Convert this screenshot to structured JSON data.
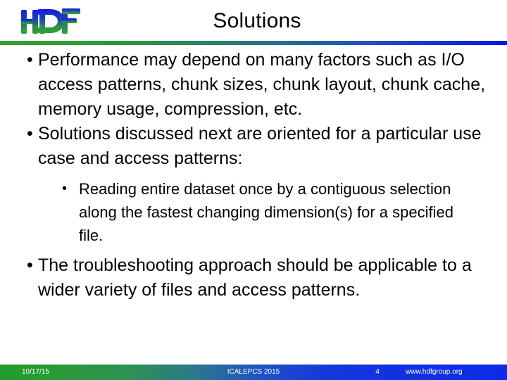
{
  "slide": {
    "title": "Solutions",
    "logo_alt": "HDF",
    "logo_letters": "HDF"
  },
  "colors": {
    "rule_start": "#35a02e",
    "rule_end": "#0a15e8",
    "footer_start": "#1f9c2a",
    "footer_end": "#0d2ae6",
    "logo_top": "#1a1ae0",
    "logo_bottom": "#2ea02e",
    "text": "#000000",
    "background": "#ffffff"
  },
  "body": {
    "bullets": [
      {
        "level": 1,
        "marker": "•",
        "text": "Performance may depend on many factors such as I/O access patterns, chunk sizes, chunk layout, chunk cache, memory usage, compression, etc."
      },
      {
        "level": 1,
        "marker": "•",
        "text": "Solutions discussed next are oriented for a particular use case and access patterns:"
      },
      {
        "level": 2,
        "marker": "•",
        "text": "Reading entire dataset once by a contiguous selection along the fastest changing dimension(s) for a specified file."
      },
      {
        "level": 1,
        "marker": "•",
        "text": "The troubleshooting approach should be applicable to a wider variety of files and access patterns."
      }
    ]
  },
  "footer": {
    "date": "10/17/15",
    "event": "ICALEPCS 2015",
    "page_number": "4",
    "url": "www.hdfgroup.org"
  }
}
